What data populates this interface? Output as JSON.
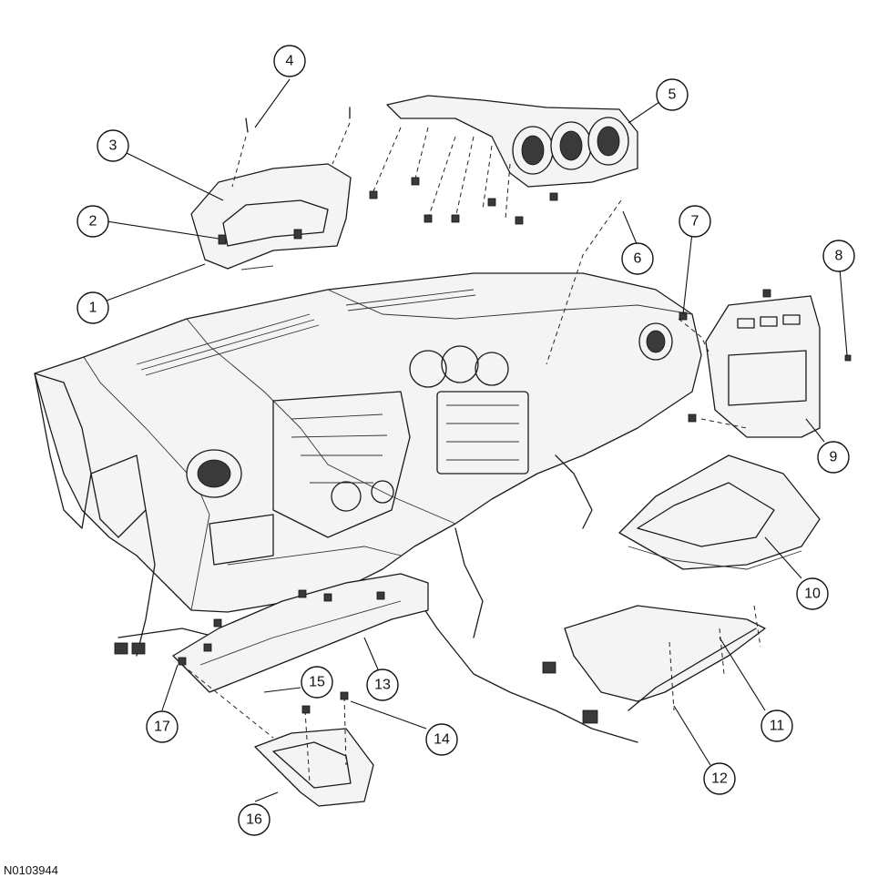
{
  "figure_id": "N0103944",
  "callouts": [
    {
      "label": "1"
    },
    {
      "label": "2"
    },
    {
      "label": "3"
    },
    {
      "label": "4"
    },
    {
      "label": "5"
    },
    {
      "label": "6"
    },
    {
      "label": "7"
    },
    {
      "label": "8"
    },
    {
      "label": "9"
    },
    {
      "label": "10"
    },
    {
      "label": "11"
    },
    {
      "label": "12"
    },
    {
      "label": "13"
    },
    {
      "label": "14"
    },
    {
      "label": "15"
    },
    {
      "label": "16"
    },
    {
      "label": "17"
    }
  ]
}
